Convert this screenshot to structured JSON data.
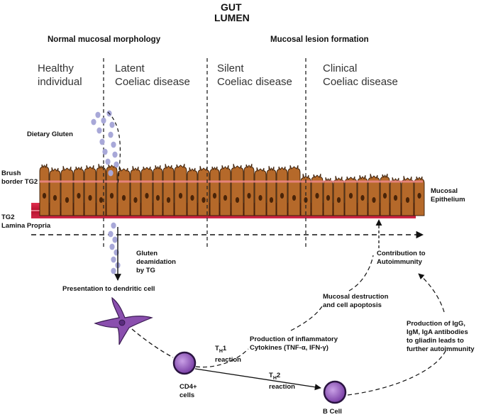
{
  "header": {
    "gut_line1": "GUT",
    "gut_line2": "LUMEN",
    "left_heading": "Normal mucosal morphology",
    "right_heading": "Mucosal lesion formation"
  },
  "stages": [
    {
      "line1": "Healthy",
      "line2": "individual"
    },
    {
      "line1": "Latent",
      "line2": "Coeliac disease"
    },
    {
      "line1": "Silent",
      "line2": "Coeliac disease"
    },
    {
      "line1": "Clinical",
      "line2": "Coeliac disease"
    }
  ],
  "labels": {
    "dietary_gluten": "Dietary Gluten",
    "brush_border_line1": "Brush",
    "brush_border_line2": "border TG2",
    "tg2": "TG2",
    "lamina_propria": "Lamina Propria",
    "mucosal_line1": "Mucosal",
    "mucosal_line2": "Epithelium",
    "deamidation_line1": "Gluten",
    "deamidation_line2": "deamidation",
    "deamidation_line3": "by TG",
    "presentation": "Presentation to dendritic cell",
    "th1_reaction": "reaction",
    "th2_reaction": "reaction",
    "cd4_line1": "CD4+",
    "cd4_line2": "cells",
    "b_cell": "B Cell",
    "cytokines_line1": "Production of inflammatory",
    "cytokines_line2": "Cytokines (TNF-α, IFN-γ)",
    "destruction_line1": "Mucosal destruction",
    "destruction_line2": "and cell apoptosis",
    "autoimmunity_line1": "Contribution to",
    "autoimmunity_line2": "Autoimmunity",
    "antibodies_line1": "Production of IgG,",
    "antibodies_line2": "IgM, IgA antibodies",
    "antibodies_line3": "to gliadin leads to",
    "antibodies_line4": "further autoimmunity"
  },
  "colors": {
    "cell_fill": "#b5692a",
    "cell_stroke": "#3a1e08",
    "nucleus": "#4a2408",
    "brush_border": "#e58a8a",
    "lamina_propria": "#c8183a",
    "gluten_dots": "#a8a8d8",
    "immune_cell_fill": "#9b5cc4",
    "immune_cell_stroke": "#2a1440",
    "dendritic_cell": "#8a4fae"
  }
}
